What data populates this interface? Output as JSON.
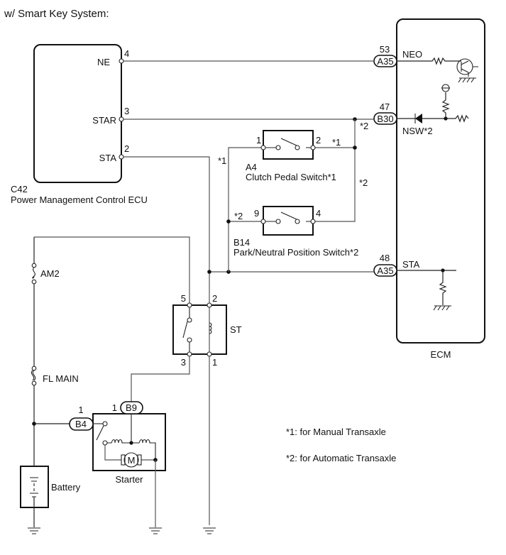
{
  "title": "w/ Smart Key System:",
  "components": {
    "pmc_ecu": {
      "code": "C42",
      "name": "Power Management Control ECU",
      "pins": [
        {
          "label": "NE",
          "number": "4"
        },
        {
          "label": "STAR",
          "number": "3"
        },
        {
          "label": "STA",
          "number": "2"
        }
      ]
    },
    "ecm": {
      "name": "ECM",
      "terminals": [
        {
          "pin": "53",
          "connector": "A35",
          "signal": "NEO"
        },
        {
          "pin": "47",
          "connector": "B30",
          "signal": "NSW*2"
        },
        {
          "pin": "48",
          "connector": "A35",
          "signal": "STA"
        }
      ]
    },
    "clutch_switch": {
      "code": "A4",
      "name": "Clutch Pedal Switch*1",
      "pins": [
        "1",
        "2"
      ]
    },
    "pn_switch": {
      "code": "B14",
      "name": "Park/Neutral Position Switch*2",
      "pins": [
        "9",
        "4"
      ]
    },
    "st_relay": {
      "name": "ST",
      "pins": [
        "5",
        "2",
        "3",
        "1"
      ]
    },
    "fuses": [
      "AM2",
      "FL MAIN"
    ],
    "battery": "Battery",
    "starter": {
      "name": "Starter",
      "motor_symbol": "M",
      "connectors": [
        {
          "pin": "1",
          "connector": "B4"
        },
        {
          "pin": "1",
          "connector": "B9"
        }
      ]
    }
  },
  "wire_notes": {
    "a": "*1",
    "b": "*2",
    "c": "*1",
    "d": "*2",
    "e": "*2"
  },
  "legend": [
    "*1: for Manual Transaxle",
    "*2: for Automatic Transaxle"
  ]
}
